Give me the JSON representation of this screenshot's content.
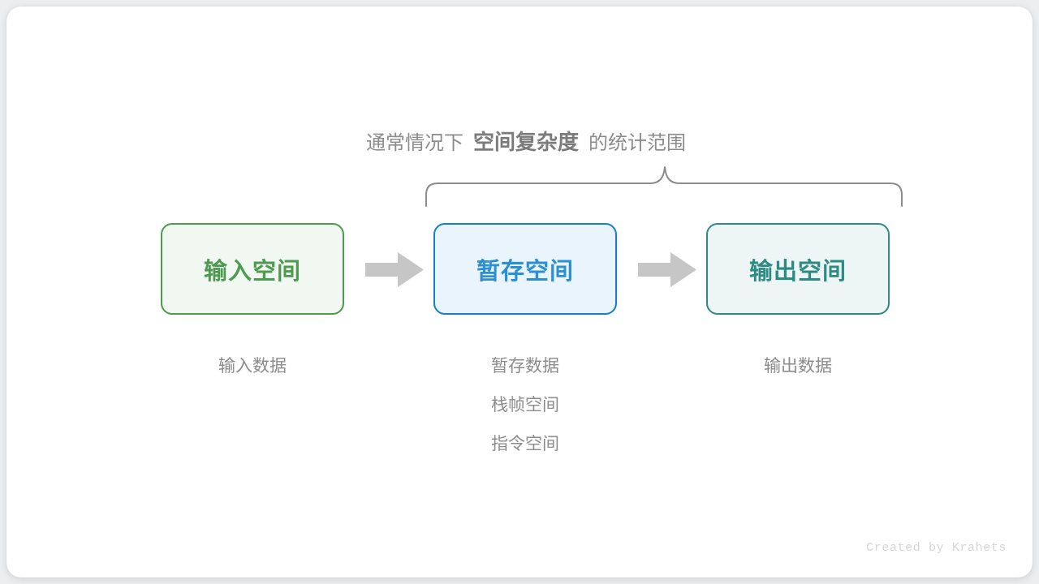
{
  "diagram": {
    "caption": {
      "prefix": "通常情况下",
      "emphasis": "空间复杂度",
      "suffix": "的统计范围"
    },
    "boxes": [
      {
        "id": "input",
        "label": "输入空间",
        "border_color": "#4e9a4e",
        "fill_color": "#f1f8f1",
        "text_color": "#4e9a50"
      },
      {
        "id": "temp",
        "label": "暂存空间",
        "border_color": "#1580c8",
        "fill_color": "#e9f4fd",
        "text_color": "#2b8fd6"
      },
      {
        "id": "output",
        "label": "输出空间",
        "border_color": "#2e8b83",
        "fill_color": "#eef6f5",
        "text_color": "#2e8b83"
      }
    ],
    "arrows": [
      {
        "id": "arrow-1",
        "name": "arrow-input-to-temp",
        "color": "#c6c6c6"
      },
      {
        "id": "arrow-2",
        "name": "arrow-temp-to-output",
        "color": "#c6c6c6"
      }
    ],
    "sublabels": {
      "input": [
        "输入数据"
      ],
      "temp": [
        "暂存数据",
        "栈帧空间",
        "指令空间"
      ],
      "output": [
        "输出数据"
      ]
    },
    "brace": {
      "color": "#8c8c8c",
      "covers": [
        "暂存空间",
        "输出空间"
      ]
    },
    "watermark": "Created by Krahets",
    "colors": {
      "background": "#eceef0",
      "card": "#ffffff",
      "muted_text": "#8c8c8c"
    }
  }
}
